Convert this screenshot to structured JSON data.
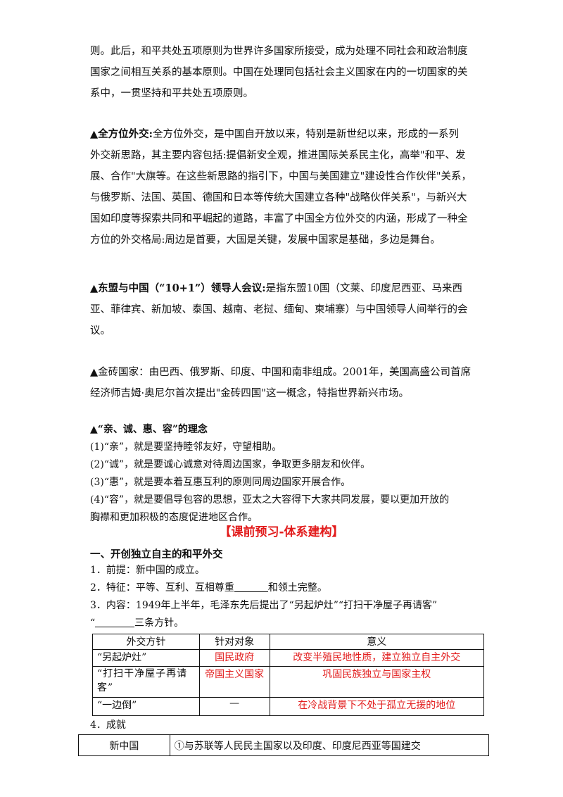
{
  "para1": {
    "lines": [
      "则。此后，和平共处五项原则为世界许多国家所接受，成为处理不同社会和政治制度",
      "国家之间相互关系的基本原则。中国在处理同包括社会主义国家在内的一切国家的关",
      "系中，一贯坚持和平共处五项原则。"
    ]
  },
  "para2": {
    "head": "▲全方位外交:",
    "lines": [
      "全方位外交，是中国自开放以来，特别是新世纪以来，形成的一系列",
      "外交新思路，其主要内容包括:提倡新安全观，推进国际关系民主化，高举\"和平、发",
      "展、合作\"大旗等。在这些新思路的指引下，中国与美国建立\"建设性合作伙伴\"关系，",
      "与俄罗斯、法国、英国、德国和日本等传统大国建立各种\"战略伙伴关系\"，与新兴大",
      "国如印度等探索共同和平崛起的道路，丰富了中国全方位外交的内涵，形成了一种全",
      "方位的外交格局:周边是首要，大国是关键，发展中国家是基础，多边是舞台。"
    ]
  },
  "para3": {
    "head": "▲东盟与中国（“10+1”）领导人会议:",
    "lines": [
      "是指东盟10国（文莱、印度尼西亚、马来西",
      "亚、菲律宾、新加坡、泰国、越南、老挝、缅甸、柬埔寨）与中国领导人间举行的会",
      "议。"
    ]
  },
  "para4": {
    "lines": [
      "▲金砖国家：由巴西、俄罗斯、印度、中国和南非组成。2001年，美国高盛公司首席",
      "经济师吉姆·奥尼尔首次提出\"金砖四国\"这一概念，特指世界新兴市场。"
    ]
  },
  "para5": {
    "head": "▲“亲、诚、惠、容”的理念",
    "lines": [
      "(1)“亲”，就是要坚持睦邻友好，守望相助。",
      "(2)“诚”，就是要诚心诚意对待周边国家，争取更多朋友和伙伴。",
      "(3)“惠”，就是要本着互惠互利的原则同周边国家开展合作。",
      "(4)“容”，就是要倡导包容的思想，亚太之大容得下大家共同发展，要以更加开放的",
      "胸襟和更加积极的态度促进地区合作。"
    ]
  },
  "section_title": "【课前预习-体系建构】",
  "section1": {
    "title": "一、开创独立自主的和平外交",
    "item1": "1．前提：新中国的成立。",
    "item2_a": "2．特征：平等、互利、互相尊重",
    "item2_b": "和领土完整。",
    "item3_a": "3．内容：1949年上半年，毛泽东先后提出了“另起炉灶”“打扫干净屋子再请客”",
    "item3_b": "“",
    "item3_c": "三条方针。",
    "item4": "4．成就"
  },
  "table1": {
    "headers": [
      "外交方针",
      "针对对象",
      "意义"
    ],
    "rows": [
      [
        "“另起炉灶”",
        "国民政府",
        "改变半殖民地性质，建立独立自主外交"
      ],
      [
        "“打扫干净屋子再请客”",
        "帝国主义国家",
        "巩固民族独立与国家主权"
      ],
      [
        "“一边倒”",
        "—",
        "在冷战背景下不处于孤立无援的地位"
      ]
    ]
  },
  "table2": {
    "rows": [
      [
        "新中国",
        "①与苏联等人民民主国家以及印度、印度尼西亚等国建交"
      ]
    ]
  },
  "colors": {
    "accent_red": "#e21b1b"
  }
}
